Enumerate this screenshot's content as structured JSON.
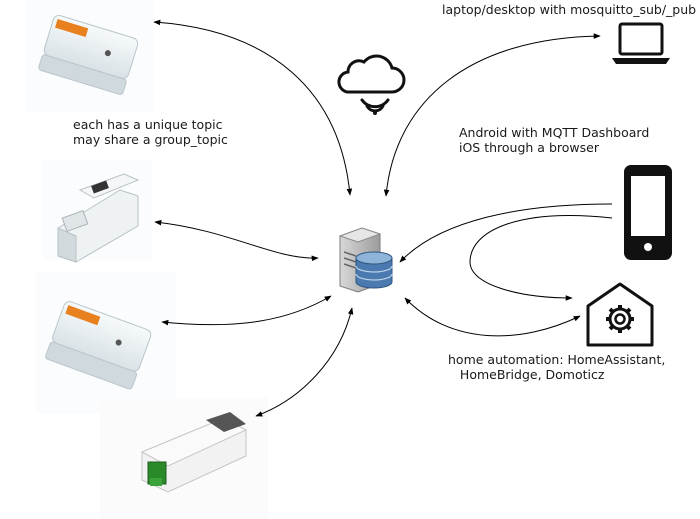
{
  "labels": {
    "laptop": "laptop/desktop with mosquitto_sub/_pub",
    "unique_topic_line1": "each has a unique topic",
    "unique_topic_line2": "may share a group_topic",
    "android_line1": "Android with MQTT Dashboard",
    "android_line2": "iOS through a browser",
    "home_line1": "home automation: HomeAssistant,",
    "home_line2": "HomeBridge, Domoticz"
  },
  "icons": {
    "broker": "server-database-icon",
    "cloud": "cloud-wifi-icon",
    "laptop": "laptop-icon",
    "phone": "smartphone-icon",
    "home": "home-gear-icon",
    "device1": "sonoff-basic-switch-image",
    "device2": "sonoff-pow-switch-image",
    "device3": "sonoff-basic-switch-image",
    "device4": "sonoff-rf-switch-image"
  },
  "colors": {
    "arrow": "#000000",
    "server_blue": "#4a7ab0",
    "device_body": "#e9eef0",
    "sonoff_orange": "#e8801e",
    "icon_black": "#111111"
  }
}
